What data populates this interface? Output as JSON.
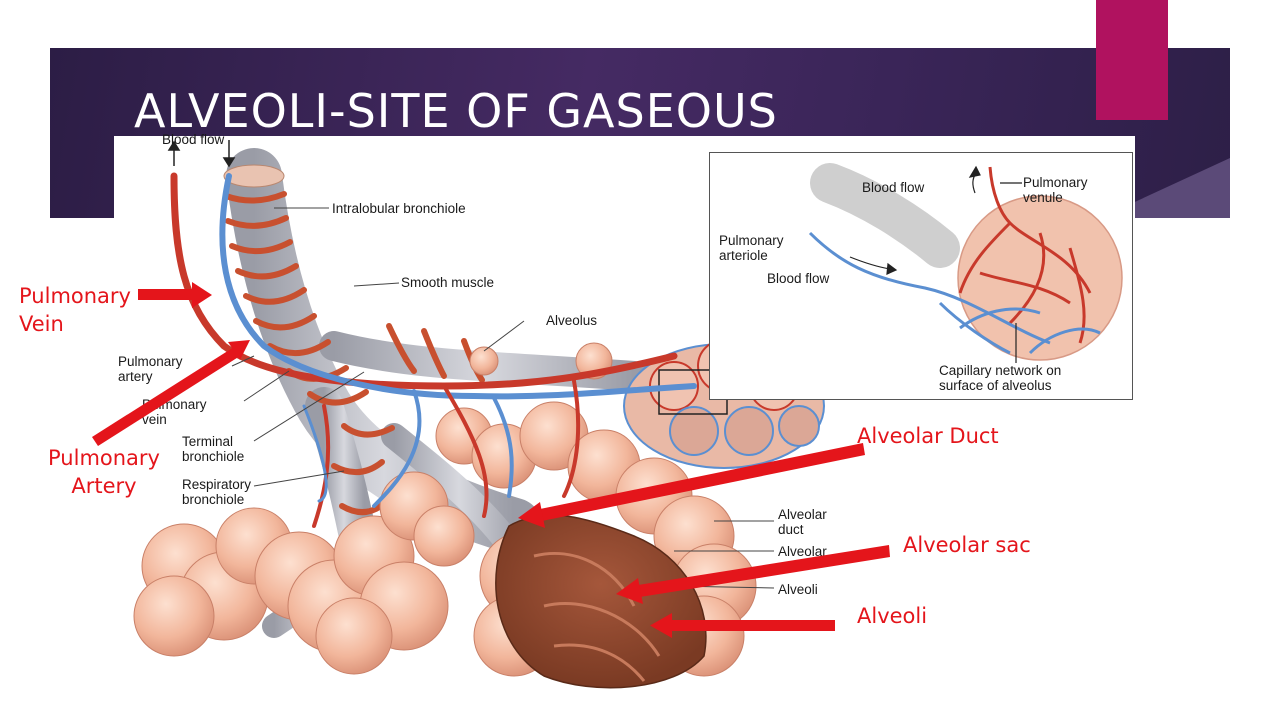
{
  "slide": {
    "title": "ALVEOLI-SITE OF GASEOUS",
    "colors": {
      "banner": "#3a2558",
      "accent": "#b0125f",
      "arrow": "#e4151b",
      "vein_blue": "#5b8fd1",
      "artery_red": "#c8392b",
      "tissue": "#f1b59a"
    }
  },
  "diagram": {
    "labels": {
      "blood_flow_top": "Blood flow",
      "intralobular_bronchiole": "Intralobular bronchiole",
      "smooth_muscle": "Smooth muscle",
      "alveolus": "Alveolus",
      "pulmonary_artery": "Pulmonary\nartery",
      "pulmonary_vein": "Pulmonary\nvein",
      "terminal_bronchiole": "Terminal\nbronchiole",
      "respiratory_bronchiole": "Respiratory\nbronchiole",
      "alveolar_duct": "Alveolar\nduct",
      "alveolar_sac": "Alveolar",
      "alveoli": "Alveoli"
    },
    "inset": {
      "blood_flow_top": "Blood flow",
      "pulmonary_venule": "Pulmonary\nvenule",
      "pulmonary_arteriole": "Pulmonary\narteriole",
      "blood_flow_bottom": "Blood flow",
      "capillary_network": "Capillary network on\nsurface of alveolus"
    }
  },
  "annotations": {
    "pulmonary_vein": "Pulmonary\nVein",
    "pulmonary_artery": "Pulmonary\nArtery",
    "alveolar_duct": "Alveolar Duct",
    "alveolar_sac": "Alveolar sac",
    "alveoli": "Alveoli"
  }
}
